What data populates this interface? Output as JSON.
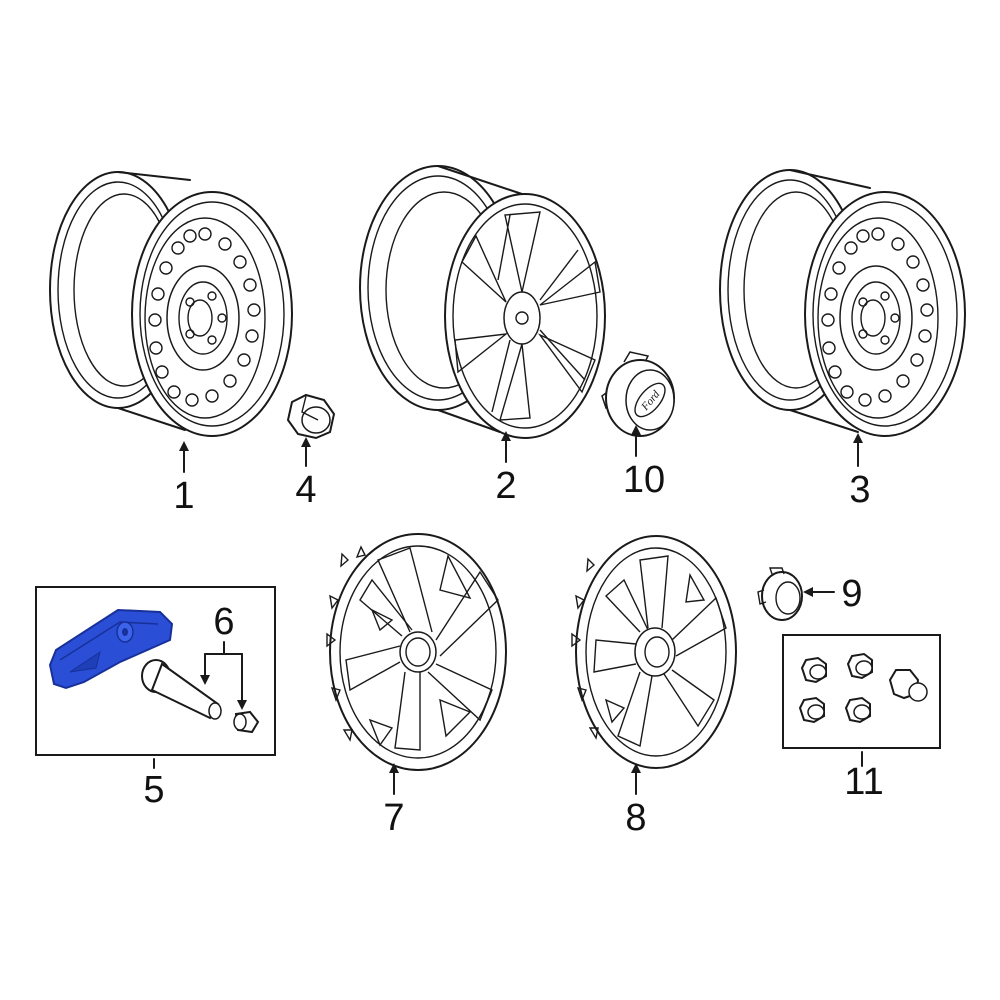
{
  "diagram": {
    "callouts": {
      "wheel_steel_left": "1",
      "wheel_alloy": "2",
      "wheel_steel_right": "3",
      "lug_nut": "4",
      "tpms_kit": "5",
      "valve_parts": "6",
      "wheel_cover_left": "7",
      "wheel_cover_right": "8",
      "cover_center_cap": "9",
      "center_cap_badge": "10",
      "lug_nut_set": "11"
    },
    "center_cap_logo_text": "Ford",
    "colors": {
      "line": "#1a1a1a",
      "highlight_part": "#2a4fd6",
      "highlight_dark": "#17309a"
    }
  }
}
